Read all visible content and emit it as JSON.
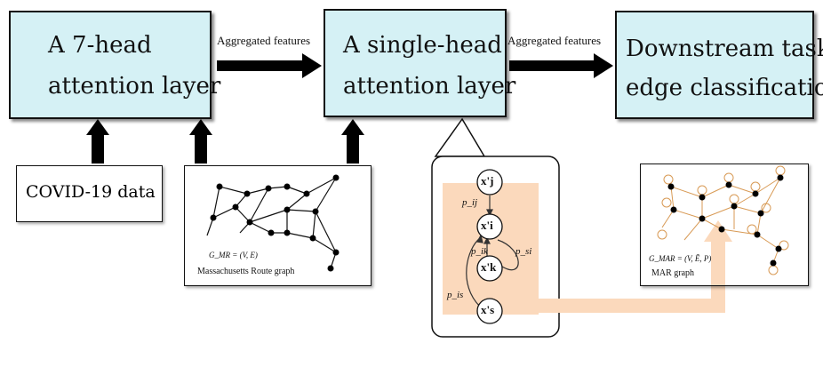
{
  "layers": {
    "first": {
      "line1": "A 7-head",
      "line2": "attention layer"
    },
    "second": {
      "line1": "A single-head",
      "line2": "attention layer"
    },
    "downstream": {
      "line1": "Downstream tasks:",
      "line2": "edge classification"
    }
  },
  "flow_labels": {
    "first_to_second": "Aggregated features",
    "second_to_downstream": "Aggregated features"
  },
  "covid_box": {
    "label": "COVID-19 data"
  },
  "route_graph": {
    "formula": "G_MR = (V, E)",
    "caption": "Massachusetts Route graph"
  },
  "mar_graph": {
    "formula": "G_MAR = (V, Ẽ, P)",
    "caption": "MAR  graph"
  },
  "attention_detail": {
    "nodes": [
      "x'j",
      "x'i",
      "x'k",
      "x's"
    ],
    "edge_labels": [
      "p_ij",
      "p_ik",
      "p_si",
      "p_is"
    ]
  },
  "colors": {
    "layer_fill": "#d5f1f5",
    "highlight": "#fbd9bc",
    "mar_edge": "#d89a55"
  }
}
